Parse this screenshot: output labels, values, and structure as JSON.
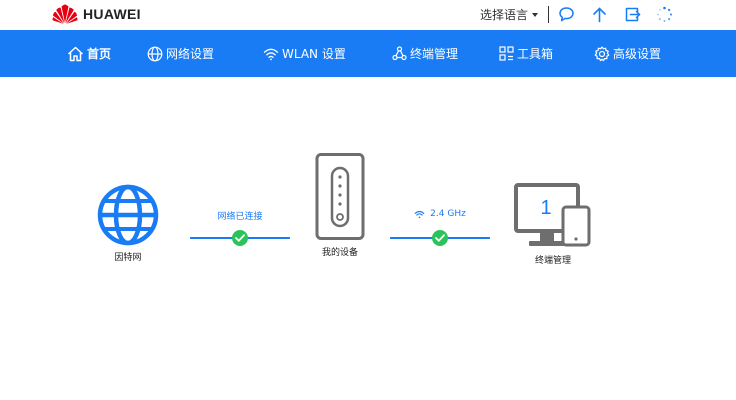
{
  "brand": {
    "name": "HUAWEI",
    "logo_color": "#e60012"
  },
  "header": {
    "language_label": "选择语言",
    "icons": [
      "feedback-icon",
      "upgrade-icon",
      "logout-icon",
      "loading-icon"
    ]
  },
  "nav": {
    "background": "#1a7cf5",
    "items": [
      {
        "label": "首页",
        "icon": "home-icon",
        "active": true
      },
      {
        "label": "网络设置",
        "icon": "globe-icon"
      },
      {
        "label": "WLAN 设置",
        "icon": "wifi-icon"
      },
      {
        "label": "终端管理",
        "icon": "devices-icon"
      },
      {
        "label": "工具箱",
        "icon": "toolbox-icon"
      },
      {
        "label": "高级设置",
        "icon": "gear-icon"
      }
    ]
  },
  "topology": {
    "internet": {
      "label": "因特网"
    },
    "internet_link": {
      "label": "网络已连接",
      "status_color": "#2ac25a"
    },
    "device": {
      "label": "我的设备"
    },
    "wlan_link": {
      "label": "2.4 GHz",
      "status_color": "#2ac25a"
    },
    "terminals": {
      "label": "终端管理",
      "count": "1"
    }
  }
}
